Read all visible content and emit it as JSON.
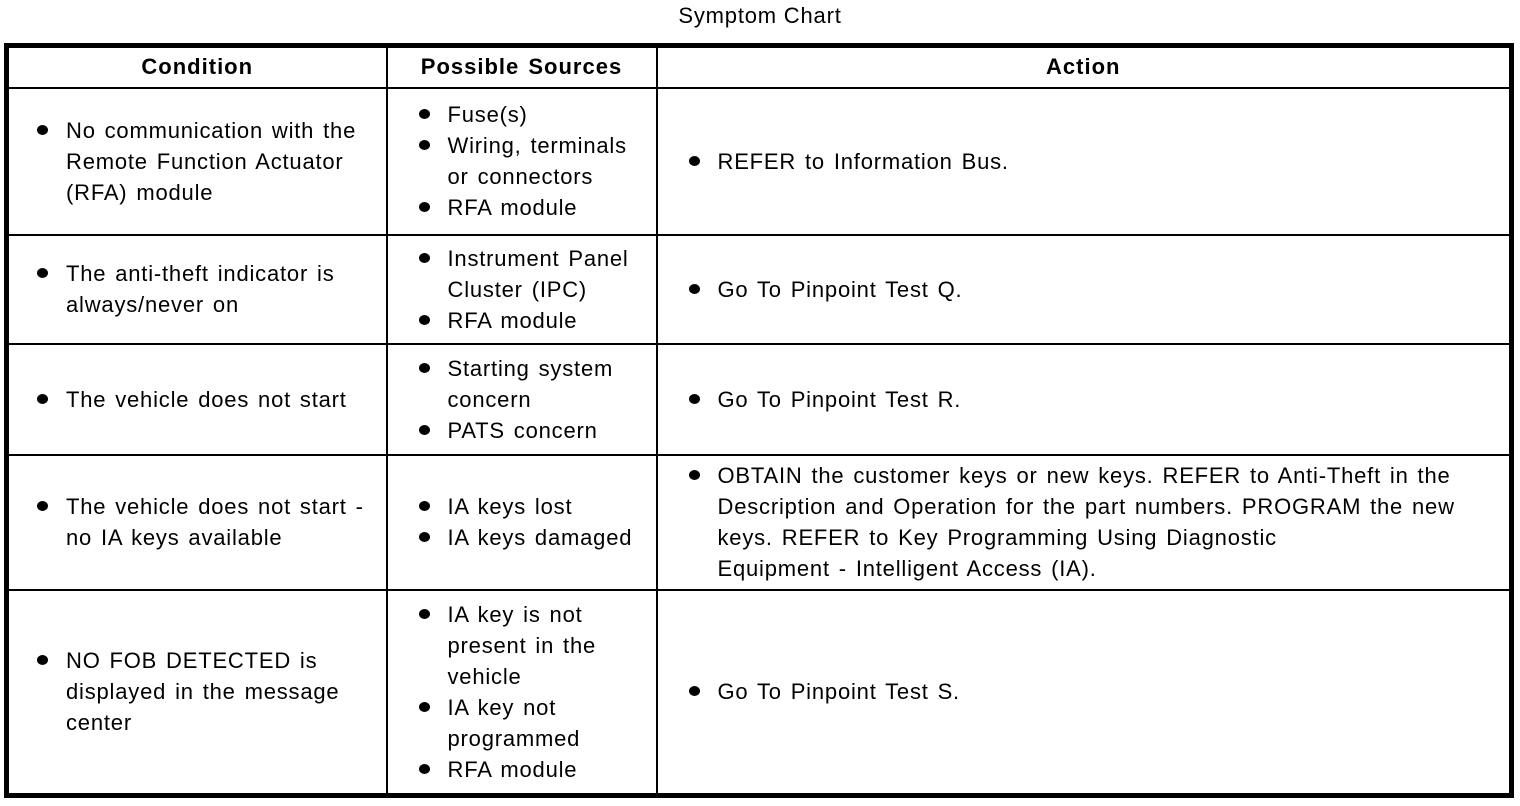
{
  "title": "Symptom Chart",
  "colors": {
    "text": "#000000",
    "background": "#ffffff",
    "border": "#000000"
  },
  "table": {
    "headers": [
      "Condition",
      "Possible Sources",
      "Action"
    ],
    "rows": [
      {
        "condition": [
          "No communication with the\nRemote Function Actuator\n(RFA) module"
        ],
        "sources": [
          "Fuse(s)",
          "Wiring, terminals\nor connectors",
          "RFA module"
        ],
        "action": [
          "REFER to Information Bus."
        ]
      },
      {
        "condition": [
          "The anti-theft indicator is\nalways/never on"
        ],
        "sources": [
          "Instrument Panel\nCluster (IPC)",
          "RFA module"
        ],
        "action": [
          "Go To Pinpoint Test Q."
        ]
      },
      {
        "condition": [
          "The vehicle does not start"
        ],
        "sources": [
          "Starting system\nconcern",
          "PATS concern"
        ],
        "action": [
          "Go To Pinpoint Test R."
        ]
      },
      {
        "condition": [
          "The vehicle does not start -\nno IA keys available"
        ],
        "sources": [
          "IA keys lost",
          "IA keys damaged"
        ],
        "action": [
          "OBTAIN the customer keys or new keys. REFER to Anti-Theft in the\nDescription and Operation for the part numbers. PROGRAM the new\nkeys. REFER to Key Programming Using Diagnostic\nEquipment - Intelligent Access (IA)."
        ]
      },
      {
        "condition": [
          "NO FOB DETECTED is\ndisplayed in the message\ncenter"
        ],
        "sources": [
          "IA key is not\npresent in the\nvehicle",
          "IA key not\nprogrammed",
          "RFA module"
        ],
        "action": [
          "Go To Pinpoint Test S."
        ]
      }
    ]
  }
}
